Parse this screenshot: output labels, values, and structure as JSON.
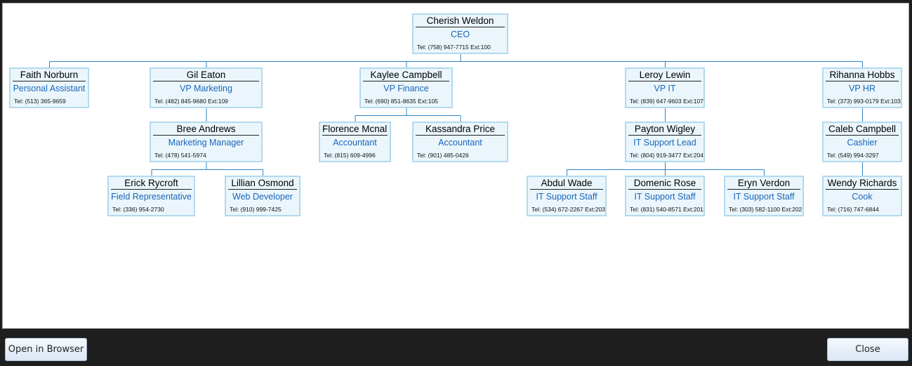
{
  "org_chart": {
    "nodes": [
      {
        "id": "cherish",
        "name": "Cherish Weldon",
        "title": "CEO",
        "tel": "Tel: (758) 947-7715 Ext:100",
        "parent": null
      },
      {
        "id": "faith",
        "name": "Faith Norburn",
        "title": "Personal Assistant",
        "tel": "Tel: (513) 365-9659",
        "parent": "cherish"
      },
      {
        "id": "gil",
        "name": "Gil Eaton",
        "title": "VP Marketing",
        "tel": "Tel: (482) 845-9680 Ext:109",
        "parent": "cherish"
      },
      {
        "id": "kaylee",
        "name": "Kaylee Campbell",
        "title": "VP Finance",
        "tel": "Tel: (690) 851-8635 Ext:105",
        "parent": "cherish"
      },
      {
        "id": "leroy",
        "name": "Leroy Lewin",
        "title": "VP IT",
        "tel": "Tel: (839) 647-9603 Ext:107",
        "parent": "cherish"
      },
      {
        "id": "rihanna",
        "name": "Rihanna Hobbs",
        "title": "VP HR",
        "tel": "Tel: (373) 993-0179 Ext:103",
        "parent": "cherish"
      },
      {
        "id": "bree",
        "name": "Bree Andrews",
        "title": "Marketing Manager",
        "tel": "Tel: (478) 541-5974",
        "parent": "gil"
      },
      {
        "id": "florence",
        "name": "Florence Mcnally",
        "title": "Accountant",
        "tel": "Tel: (815) 609-4996",
        "parent": "kaylee"
      },
      {
        "id": "kassandra",
        "name": "Kassandra Price",
        "title": "Accountant",
        "tel": "Tel: (901) 485-0426",
        "parent": "kaylee"
      },
      {
        "id": "payton",
        "name": "Payton Wigley",
        "title": "IT Support Lead",
        "tel": "Tel: (804) 919-3477 Ext:204",
        "parent": "leroy"
      },
      {
        "id": "caleb",
        "name": "Caleb Campbell",
        "title": "Cashier",
        "tel": "Tel: (549) 994-3297",
        "parent": "rihanna"
      },
      {
        "id": "erick",
        "name": "Erick Rycroft",
        "title": "Field Representative",
        "tel": "Tel: (336) 954-2730",
        "parent": "bree"
      },
      {
        "id": "lillian",
        "name": "Lillian Osmond",
        "title": "Web Developer",
        "tel": "Tel: (910) 999-7425",
        "parent": "bree"
      },
      {
        "id": "abdul",
        "name": "Abdul Wade",
        "title": "IT Support Staff",
        "tel": "Tel: (534) 672-2267 Ext:203",
        "parent": "payton"
      },
      {
        "id": "domenic",
        "name": "Domenic Rose",
        "title": "IT Support Staff",
        "tel": "Tel: (831) 540-8571 Ext:201",
        "parent": "payton"
      },
      {
        "id": "eryn",
        "name": "Eryn Verdon",
        "title": "IT Support Staff",
        "tel": "Tel: (303) 582-1100 Ext:202",
        "parent": "payton"
      },
      {
        "id": "wendy",
        "name": "Wendy Richards",
        "title": "Cook",
        "tel": "Tel: (716) 747-6844",
        "parent": "caleb"
      }
    ]
  },
  "colors": {
    "node_fill": "#eaf6fc",
    "node_border": "#b3d9ee",
    "title_text": "#1b64b8",
    "connector": "#2f83c2"
  },
  "footer": {
    "open_label": "Open in Browser",
    "close_label": "Close"
  }
}
